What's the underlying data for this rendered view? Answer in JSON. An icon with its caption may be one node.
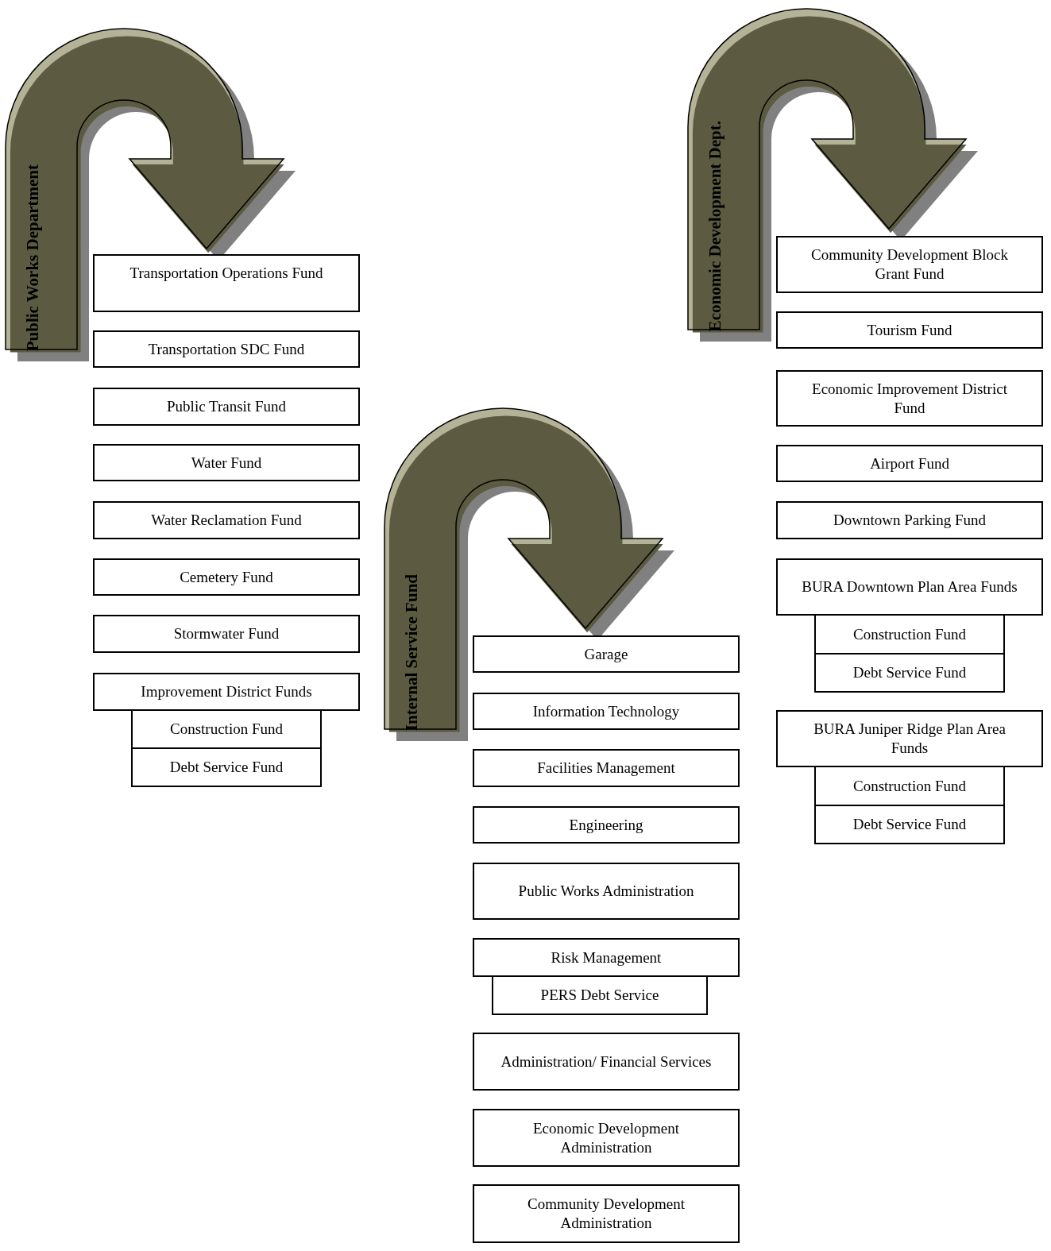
{
  "diagram": {
    "nodes": [
      {
        "text": [
          "Public Works Department"
        ]
      },
      {
        "text": [
          "Transportation Operations Fund"
        ]
      },
      {
        "text": [
          "Transportation SDC Fund"
        ]
      },
      {
        "text": [
          "Public Transit Fund"
        ]
      },
      {
        "text": [
          "Water Fund"
        ]
      },
      {
        "text": [
          "Water Reclamation Fund"
        ]
      },
      {
        "text": [
          "Cemetery Fund"
        ]
      },
      {
        "text": [
          "Stormwater Fund"
        ]
      },
      {
        "text": [
          "Improvement District Funds"
        ]
      },
      {
        "text": [
          "Construction Fund"
        ]
      },
      {
        "text": [
          "Debt Service Fund"
        ]
      },
      {
        "text": [
          "Economic Development Dept."
        ]
      },
      {
        "text": [
          "Community Development Block Grant Fund"
        ]
      },
      {
        "text": [
          "Tourism Fund"
        ]
      },
      {
        "text": [
          "Economic Improvement District Fund"
        ]
      },
      {
        "text": [
          "Airport Fund"
        ]
      },
      {
        "text": [
          "Downtown Parking Fund"
        ]
      },
      {
        "text": [
          "BURA Downtown Plan Area Funds"
        ]
      },
      {
        "text": [
          "Construction Fund"
        ]
      },
      {
        "text": [
          "Debt Service Fund"
        ]
      },
      {
        "text": [
          "BURA Juniper Ridge Plan Area Funds"
        ]
      },
      {
        "text": [
          "Construction Fund"
        ]
      },
      {
        "text": [
          "Debt Service Fund"
        ]
      },
      {
        "text": [
          "Internal Service Fund"
        ]
      },
      {
        "text": [
          "Garage"
        ]
      },
      {
        "text": [
          "Information Technology"
        ]
      },
      {
        "text": [
          "Facilities Management"
        ]
      },
      {
        "text": [
          "Engineering"
        ]
      },
      {
        "text": [
          "Public Works Administration"
        ]
      },
      {
        "text": [
          "Risk Management"
        ]
      },
      {
        "text": [
          "PERS Debt Service"
        ]
      },
      {
        "text": [
          "Administration/ Financial Services"
        ]
      },
      {
        "text": [
          "Economic Development Administration"
        ]
      },
      {
        "text": [
          "Community Development Administration"
        ]
      }
    ]
  }
}
